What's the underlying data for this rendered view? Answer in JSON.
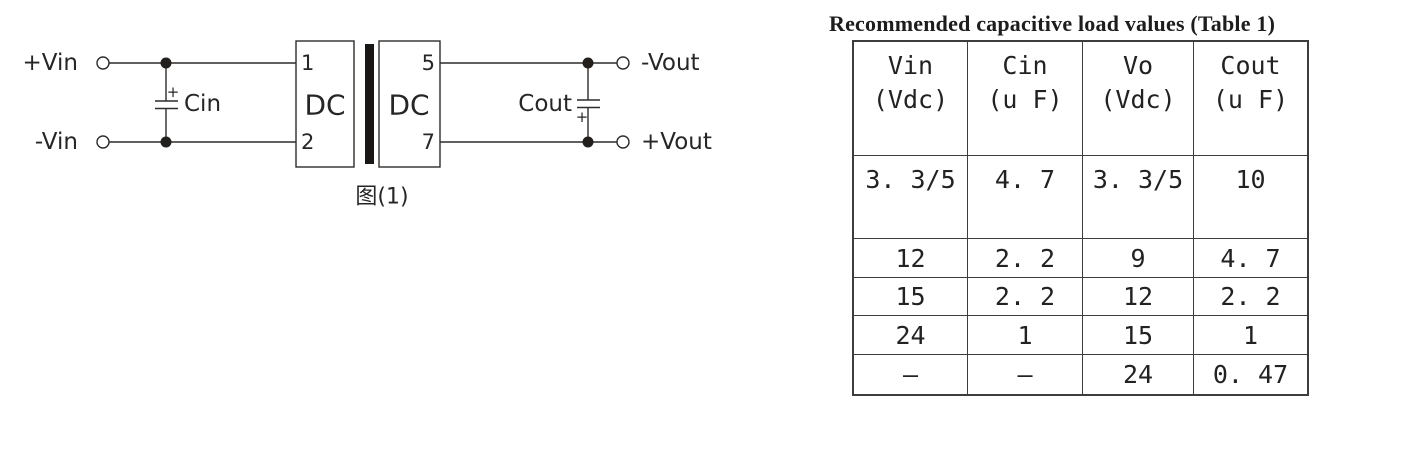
{
  "colors": {
    "ink": "#262626",
    "line": "#2f2c2a",
    "border": "#3d3d3d",
    "background": "#ffffff"
  },
  "schematic": {
    "caption": "图(1)",
    "input_pos_label": "+Vin",
    "input_neg_label": "-Vin",
    "cin_label": "Cin",
    "cin_polarity": "+",
    "cout_label": "Cout",
    "cout_polarity": "+",
    "left_block_label": "DC",
    "right_block_label": "DC",
    "pin1": "1",
    "pin2": "2",
    "pin5": "5",
    "pin7": "7",
    "output_neg_label": "-Vout",
    "output_pos_label": "+Vout"
  },
  "table": {
    "title": "Recommended capacitive load values (Table 1)",
    "headers": [
      {
        "line1": "Vin",
        "line2": "(Vdc)"
      },
      {
        "line1": "Cin",
        "line2": "(u F)"
      },
      {
        "line1": "Vo",
        "line2": "(Vdc)"
      },
      {
        "line1": "Cout",
        "line2": "(u F)"
      }
    ],
    "rows": [
      {
        "cells": [
          "3. 3/5",
          "4. 7",
          "3. 3/5",
          "10"
        ]
      },
      {
        "cells": [
          "12",
          "2. 2",
          "9",
          "4. 7"
        ]
      },
      {
        "cells": [
          "15",
          "2. 2",
          "12",
          "2. 2"
        ]
      },
      {
        "cells": [
          "24",
          "1",
          "15",
          "1"
        ]
      },
      {
        "cells": [
          "–",
          "–",
          "24",
          "0. 47"
        ]
      }
    ]
  }
}
